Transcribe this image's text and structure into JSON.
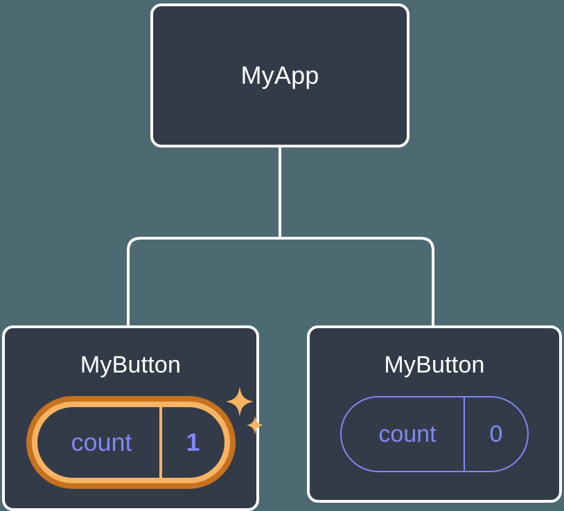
{
  "diagram": {
    "type": "component-tree",
    "title": "React component tree with state",
    "background_color": "#4d6a72",
    "node_fill_color": "#333b49",
    "node_border_color": "#ffffff",
    "connector_color": "#ffffff",
    "state_text_color": "#8287f5",
    "highlight_outer_color": "#c6721f",
    "highlight_inner_color": "#f6b463"
  },
  "root": {
    "label": "MyApp"
  },
  "children": [
    {
      "label": "MyButton",
      "state": {
        "key": "count",
        "value": "1"
      },
      "highlighted": true,
      "sparkle_icon_large": "sparkle-icon",
      "sparkle_icon_small": "sparkle-icon"
    },
    {
      "label": "MyButton",
      "state": {
        "key": "count",
        "value": "0"
      },
      "highlighted": false
    }
  ]
}
